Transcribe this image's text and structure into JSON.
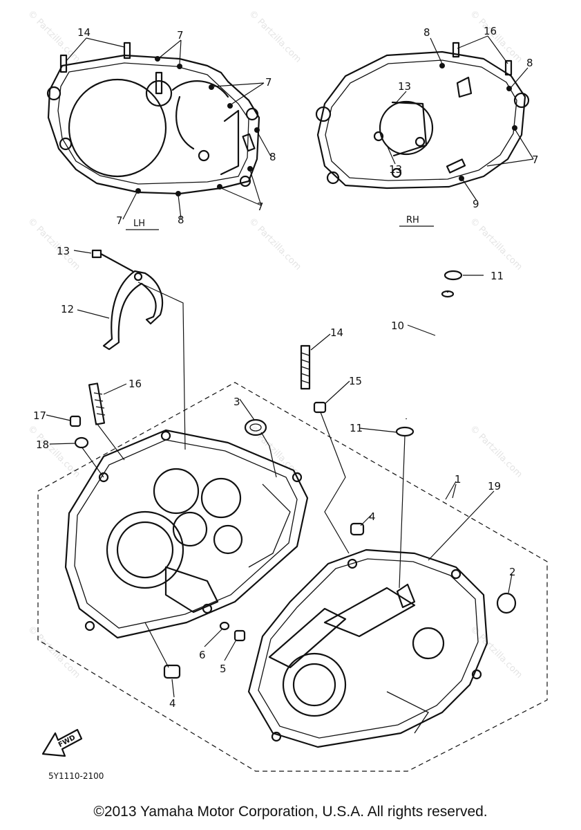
{
  "callouts": {
    "c14a": "14",
    "c7a": "7",
    "c7b": "7",
    "c8a": "8",
    "c7c": "7",
    "c8b": "8",
    "c7d": "7",
    "c8c": "8",
    "c16a": "16",
    "c8d": "8",
    "c13a": "13",
    "c13b": "13",
    "c7e": "7",
    "c9": "9",
    "c13c": "13",
    "c12": "12",
    "c11a": "11",
    "c10": "10",
    "c14b": "14",
    "c16b": "16",
    "c15": "15",
    "c3": "3",
    "c11b": "11",
    "c17": "17",
    "c18": "18",
    "c1": "1",
    "c19": "19",
    "c4a": "4",
    "c2": "2",
    "c6": "6",
    "c5": "5",
    "c4b": "4"
  },
  "labels": {
    "lh": "LH",
    "rh": "RH",
    "fwd": "FWD",
    "ref_code": "5Y1110-2100"
  },
  "watermark": "© Partzilla.com",
  "copyright": "©2013  Yamaha Motor Corporation, U.S.A. All rights reserved."
}
